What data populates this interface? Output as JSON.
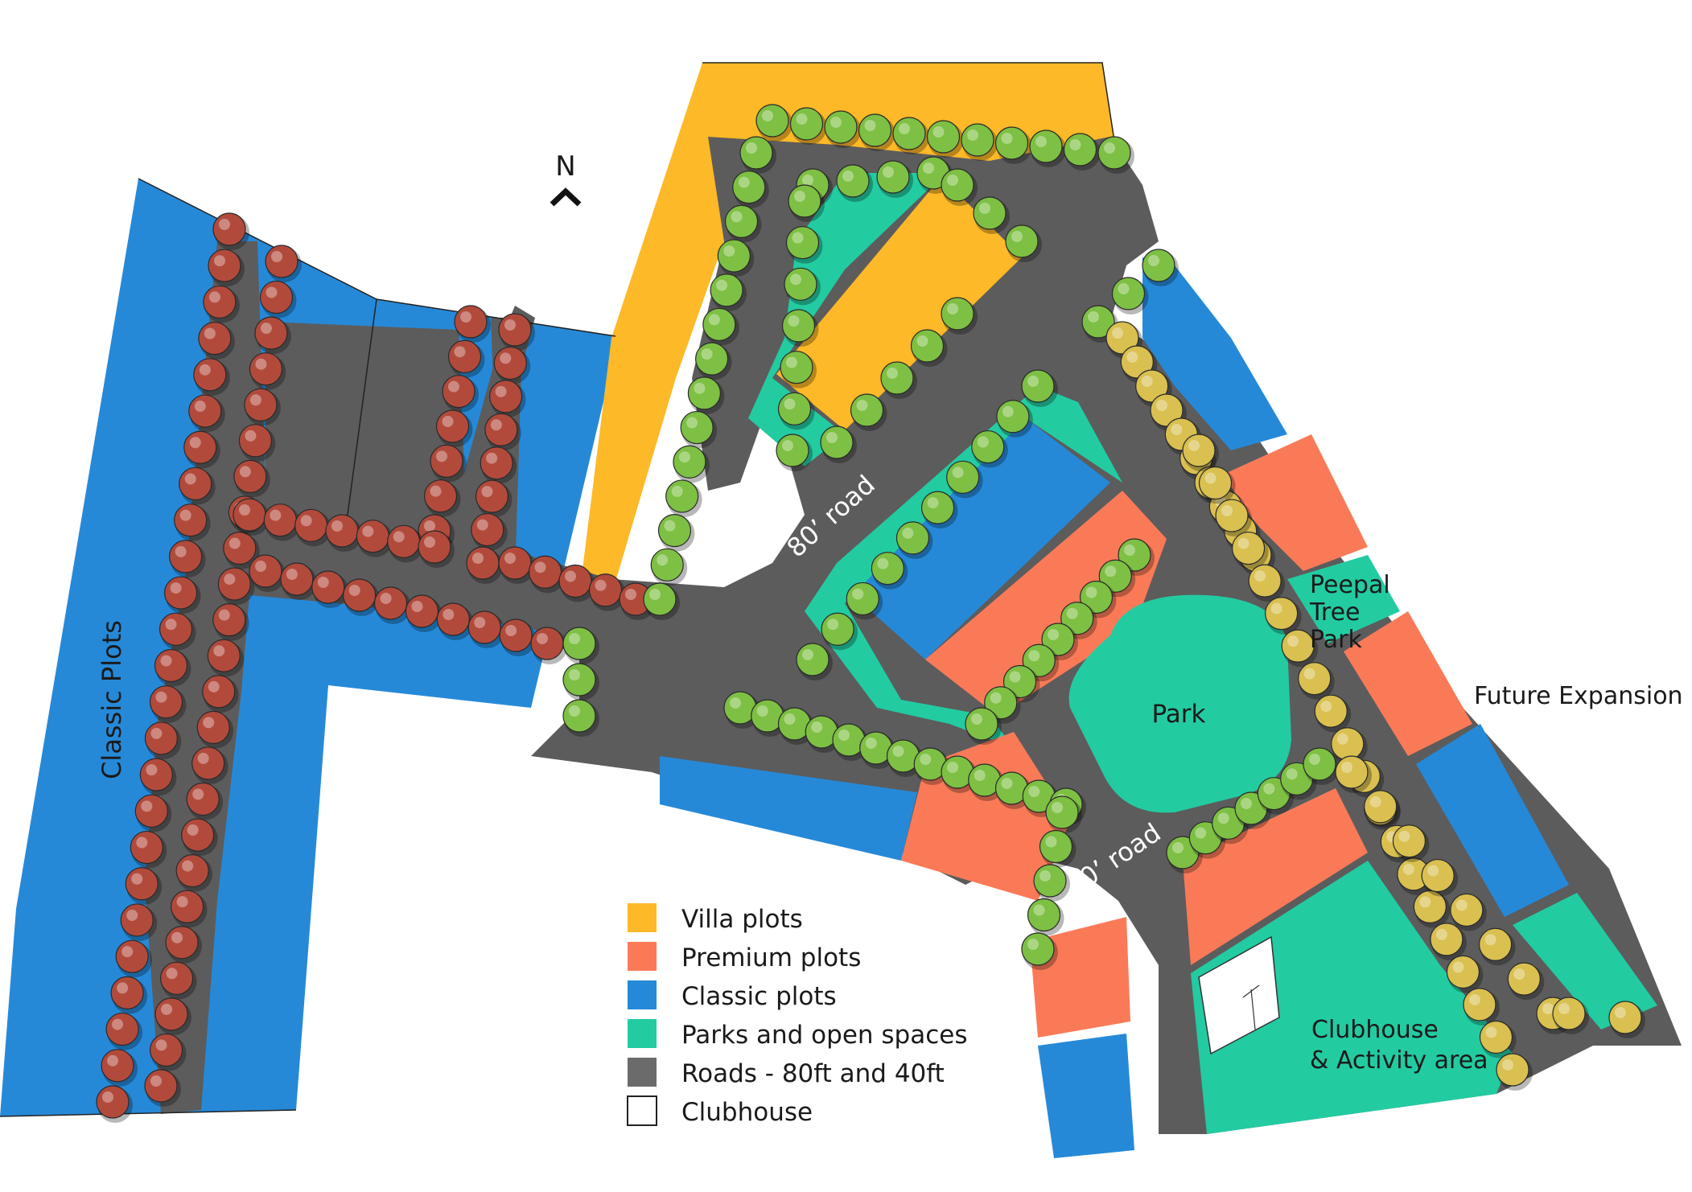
{
  "compass": {
    "label": "N"
  },
  "colors": {
    "villa": "#fdb927",
    "premium": "#fa7a58",
    "classic": "#2689d8",
    "park": "#23cba1",
    "road": "#5c5c5c",
    "clubhouse": "#ffffff",
    "tree_red": "#b24a3b",
    "tree_green": "#7dc043",
    "tree_yellow": "#d9c050"
  },
  "labels": {
    "classic_plots": "Classic Plots",
    "road_80": "80’ road",
    "road_40": "40’ road",
    "park": "Park",
    "peepal_line1": "Peepal",
    "peepal_line2": "Tree",
    "peepal_line3": "Park",
    "future_expansion": "Future Expansion",
    "clubhouse_line1": "Clubhouse",
    "clubhouse_line2": "& Activity area"
  },
  "legend": [
    {
      "key": "villa",
      "label": "Villa plots",
      "color": "#fdb927"
    },
    {
      "key": "premium",
      "label": "Premium plots",
      "color": "#fa7a58"
    },
    {
      "key": "classic",
      "label": "Classic plots",
      "color": "#2689d8"
    },
    {
      "key": "park",
      "label": "Parks and open spaces",
      "color": "#23cba1"
    },
    {
      "key": "road",
      "label": "Roads - 80ft and 40ft",
      "color": "#6b6b6b"
    },
    {
      "key": "clubhouse",
      "label": "Clubhouse",
      "color": "#ffffff"
    }
  ]
}
